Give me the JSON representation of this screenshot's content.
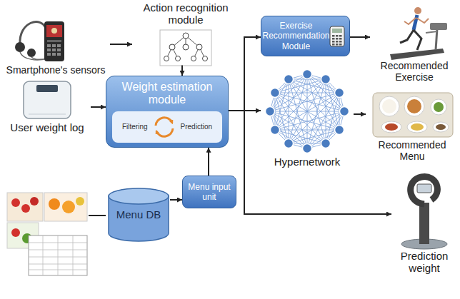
{
  "diagram": {
    "nodes": [
      {
        "text": [
          "Action recognition module"
        ]
      },
      {
        "text": [
          "Smartphone's sensors"
        ]
      },
      {
        "text": [
          "Exercise Recommendation Module"
        ]
      },
      {
        "text": [
          "Recommended Exercise"
        ]
      },
      {
        "text": [
          "Weight estimation module",
          "Filtering",
          "Prediction"
        ]
      },
      {
        "text": [
          "User weight log"
        ]
      },
      {
        "text": [
          "Hypernetwork"
        ]
      },
      {
        "text": [
          "Recommended Menu"
        ]
      },
      {
        "text": [
          "Menu input unit"
        ]
      },
      {
        "text": [
          "Menu DB"
        ]
      },
      {
        "text": [
          "Prediction weight"
        ]
      }
    ],
    "edges": [
      {
        "from": 1,
        "to": 0,
        "arrow": "to"
      },
      {
        "from": 0,
        "to": 4,
        "arrow": "to"
      },
      {
        "from": 5,
        "to": 4,
        "arrow": "to"
      },
      {
        "from": 9,
        "to": 8,
        "arrow": "to"
      },
      {
        "from": 8,
        "to": 4,
        "arrow": "to"
      },
      {
        "from": 4,
        "to": 2,
        "arrow": "to"
      },
      {
        "from": 4,
        "to": 6,
        "arrow": "to"
      },
      {
        "from": 4,
        "to": 10,
        "arrow": "to"
      },
      {
        "from": 2,
        "to": 3,
        "arrow": "to"
      },
      {
        "from": 6,
        "to": 7,
        "arrow": "to"
      }
    ]
  }
}
